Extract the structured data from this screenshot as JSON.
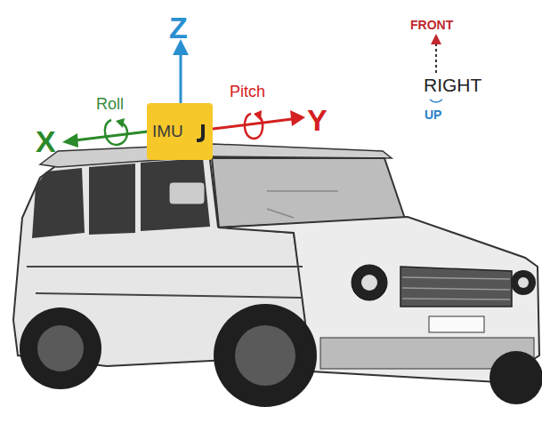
{
  "diagram": {
    "nodes": [
      {
        "text": [
          "IMU"
        ]
      }
    ],
    "labels": [
      "Z",
      "Roll",
      "X",
      "Pitch",
      "Y",
      "FRONT",
      "RIGHT",
      "UP"
    ]
  }
}
